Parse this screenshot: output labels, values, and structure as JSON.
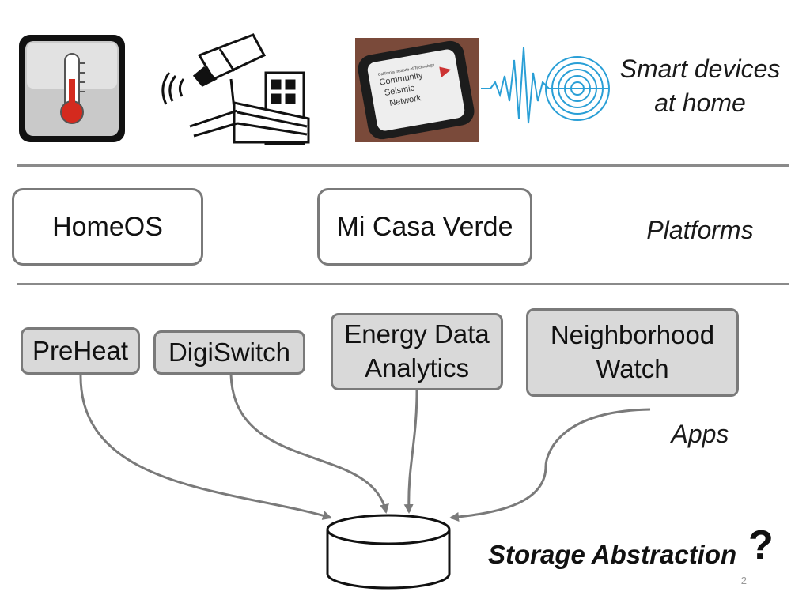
{
  "layers": {
    "devices_label": "Smart devices at home",
    "platforms_label": "Platforms",
    "apps_label": "Apps"
  },
  "devices": [
    {
      "name": "thermostat",
      "icon": "thermometer-icon"
    },
    {
      "name": "security-camera",
      "icon": "camera-on-building-icon"
    },
    {
      "name": "seismic-sensor",
      "icon": "seismic-sensor-device-icon",
      "device_text": [
        "California Institute of Technology",
        "Community",
        "Seismic",
        "Network"
      ]
    },
    {
      "name": "seismograph",
      "icon": "seismic-wave-icon"
    }
  ],
  "platforms": [
    {
      "label": "HomeOS"
    },
    {
      "label": "Mi Casa Verde"
    }
  ],
  "apps": [
    {
      "label": "PreHeat"
    },
    {
      "label": "DigiSwitch"
    },
    {
      "label_line1": "Energy Data",
      "label_line2": "Analytics"
    },
    {
      "label_line1": "Neighborhood",
      "label_line2": "Watch"
    }
  ],
  "storage": {
    "label": "Storage Abstraction",
    "suffix": "?"
  },
  "slide_number": "2",
  "colors": {
    "box_border": "#7a7a7a",
    "app_fill": "#d9d9d9",
    "arrow": "#7a7a7a",
    "divider": "#8a8a8a"
  }
}
